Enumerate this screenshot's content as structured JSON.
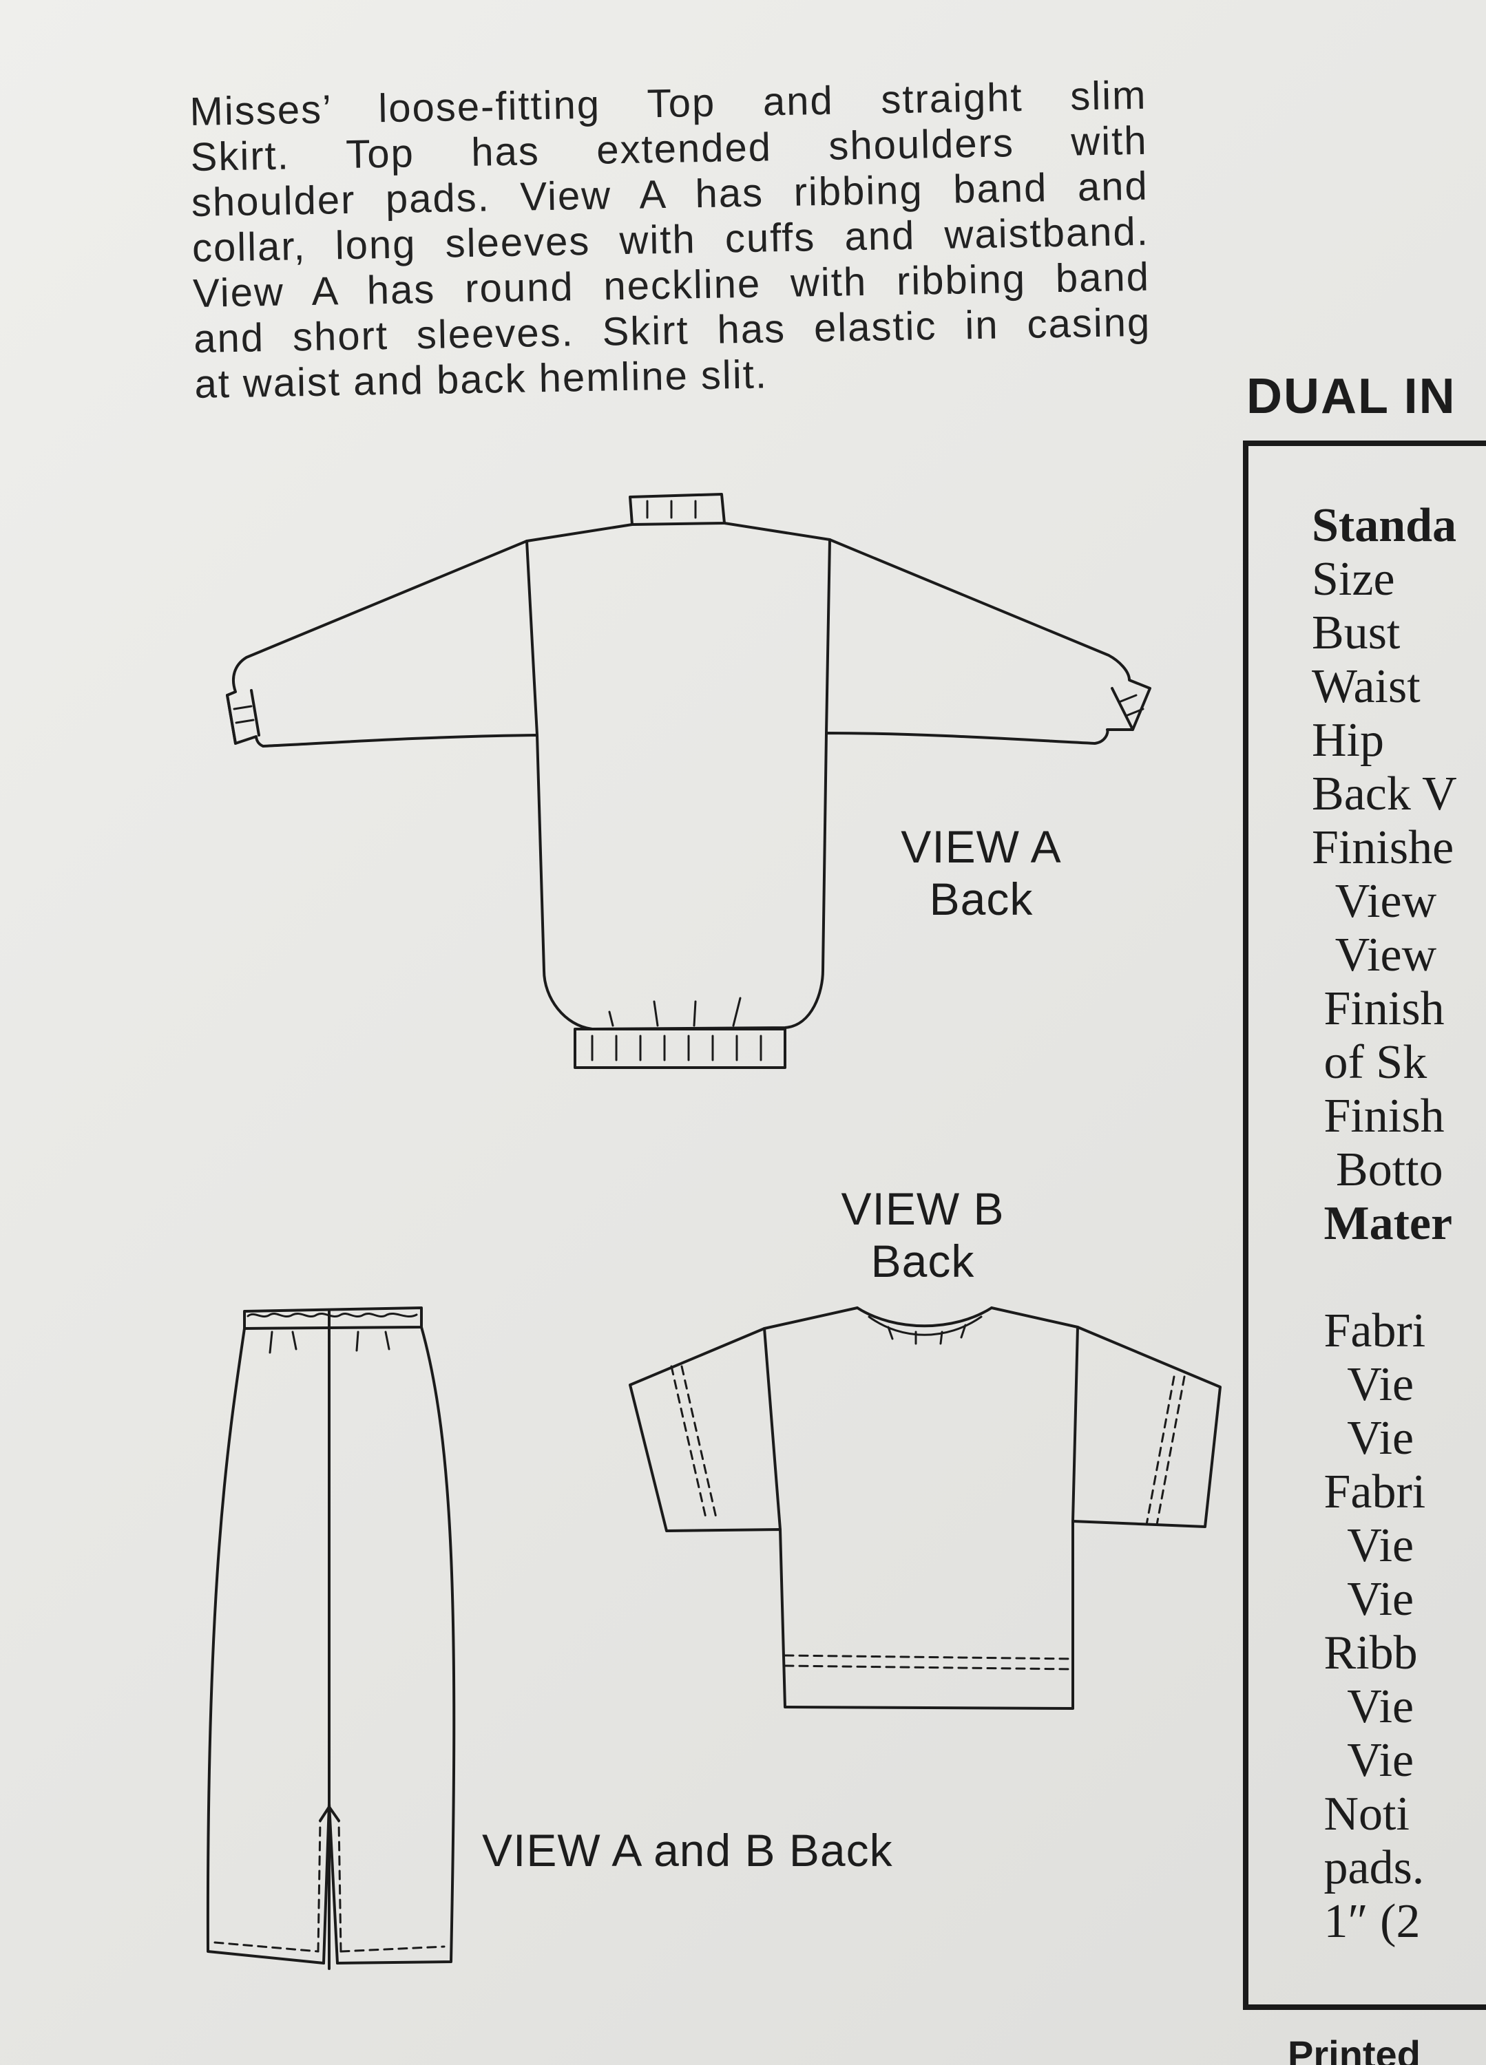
{
  "description": {
    "lines": [
      "Misses’ loose-fitting Top and straight slim",
      "Skirt. Top has extended shoulders with",
      "shoulder pads. View A has ribbing band and",
      "collar, long sleeves with cuffs and waistband.",
      "View A has round neckline with ribbing band",
      "and short sleeves. Skirt has elastic in casing",
      "at waist and back hemline slit."
    ]
  },
  "captions": {
    "view_a_line1": "VIEW A",
    "view_a_line2": "Back",
    "view_b_line1": "VIEW B",
    "view_b_line2": "Back",
    "view_ab": "VIEW A and B Back"
  },
  "chart": {
    "title": "DUAL IN",
    "rows": [
      "Standa",
      "Size",
      "Bust",
      "Waist",
      "Hip",
      "Back V",
      "Finishe",
      "  View",
      "  View",
      " Finish",
      " of Sk",
      " Finish",
      "  Botto",
      " Mater",
      "",
      " Fabri",
      "   Vie",
      "   Vie",
      " Fabri",
      "   Vie",
      "   Vie",
      " Ribb",
      "   Vie",
      "   Vie",
      " Noti",
      " pads.",
      " 1″ (2"
    ],
    "footer": "Printed"
  }
}
